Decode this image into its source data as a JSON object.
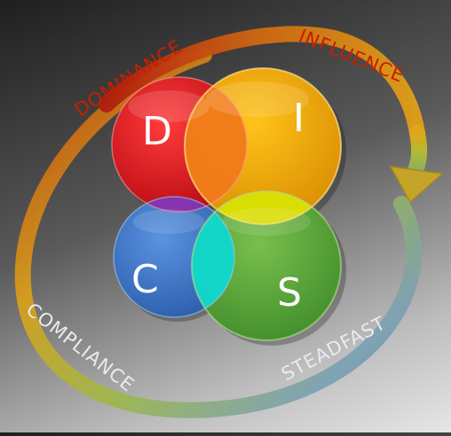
{
  "diagram": {
    "segments": [
      {
        "key": "dominance",
        "letter": "D",
        "label": "DOMINANCE",
        "color": "#d8141c"
      },
      {
        "key": "influence",
        "letter": "I",
        "label": "INFLUENCE",
        "color": "#f0a800"
      },
      {
        "key": "compliance",
        "letter": "C",
        "label": "COMPLIANCE",
        "color": "#3a78c8"
      },
      {
        "key": "steadfast",
        "letter": "S",
        "label": "STEADFAST",
        "color": "#5aa83c"
      }
    ],
    "colors": {
      "overlap_di": "#f07a1a",
      "overlap_dc": "#8a2fb0",
      "overlap_is": "#d8e000",
      "overlap_cs": "#10d8d0",
      "label_warm": "#c81e00",
      "label_cool": "#e8ecef"
    }
  }
}
